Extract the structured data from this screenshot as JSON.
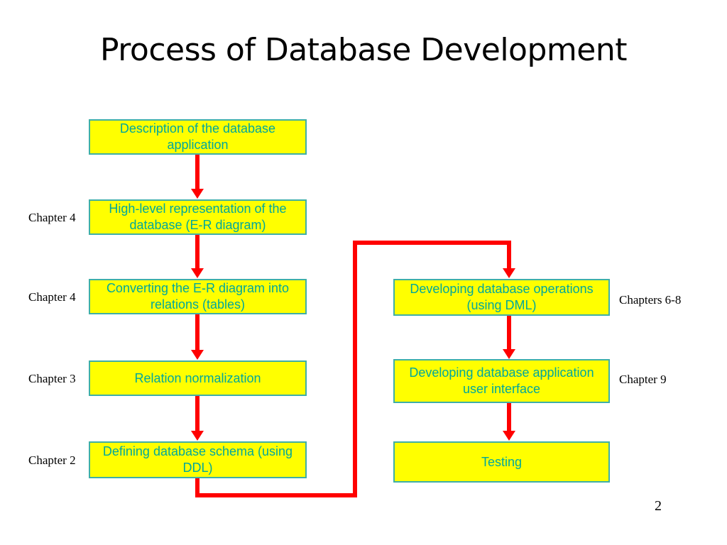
{
  "slide": {
    "title": "Process of Database Development",
    "page_number": "2",
    "colors": {
      "box_fill": "#FFFF00",
      "box_border": "#3FAFA6",
      "box_text": "#00A89C",
      "connector": "#FF0000",
      "title_text": "#000000",
      "background": "#FFFFFF"
    }
  },
  "left_column": {
    "boxes": [
      {
        "id": "description",
        "label": "Description of the database application",
        "chapter": ""
      },
      {
        "id": "high-level-representation",
        "label": "High-level representation of the database (E-R diagram)",
        "chapter": "Chapter 4"
      },
      {
        "id": "converting-er",
        "label": "Converting the E-R diagram into relations (tables)",
        "chapter": "Chapter 4"
      },
      {
        "id": "relation-normalization",
        "label": "Relation normalization",
        "chapter": "Chapter 3"
      },
      {
        "id": "defining-schema",
        "label": "Defining database schema (using DDL)",
        "chapter": "Chapter 2"
      }
    ]
  },
  "right_column": {
    "boxes": [
      {
        "id": "developing-operations",
        "label": "Developing database operations (using DML)",
        "chapter": "Chapters 6-8"
      },
      {
        "id": "developing-ui",
        "label": "Developing database application user interface",
        "chapter": "Chapter 9"
      },
      {
        "id": "testing",
        "label": "Testing",
        "chapter": ""
      }
    ]
  },
  "flow": {
    "description": "Sequential top-to-bottom flow in the left column, then a routed connector from the bottom of 'Defining database schema (using DDL)' across to the top of 'Developing database operations (using DML)', then top-to-bottom flow in the right column."
  }
}
